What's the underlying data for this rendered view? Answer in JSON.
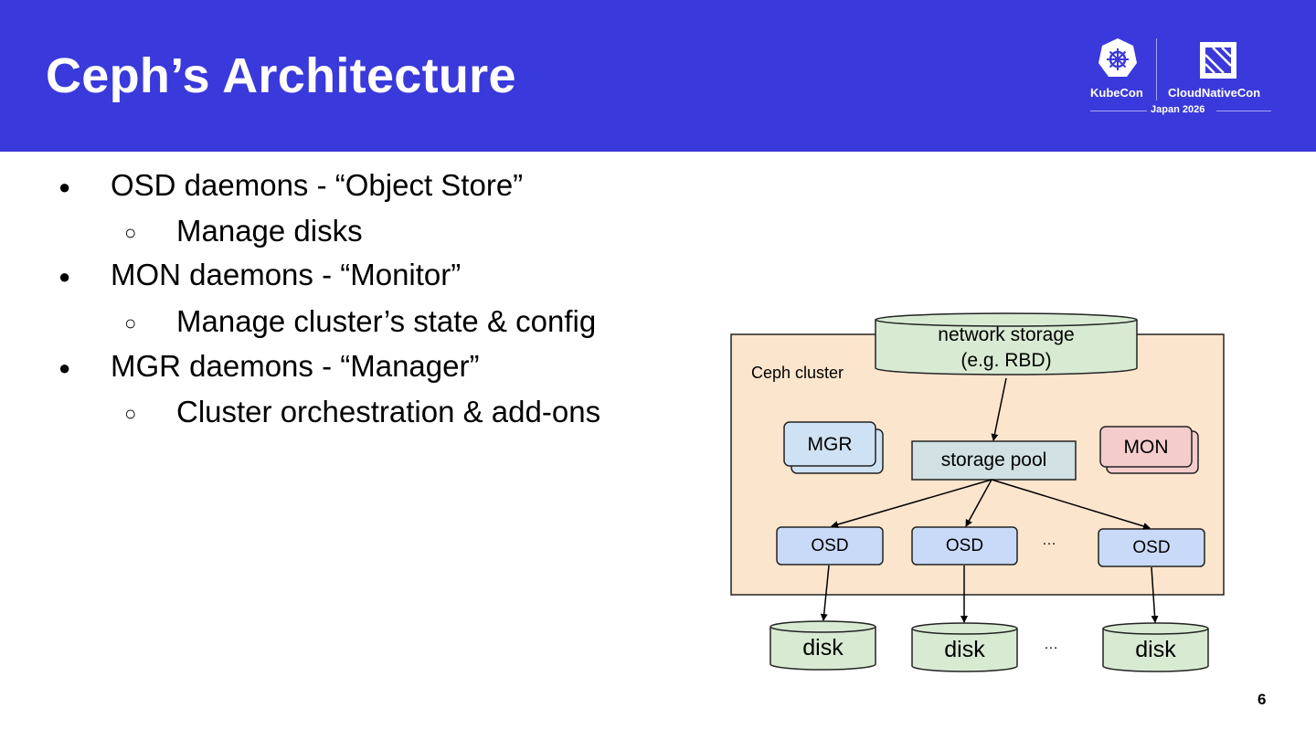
{
  "slide": {
    "title": "Ceph’s Architecture",
    "page_number": "6"
  },
  "logo": {
    "left_text": "KubeCon",
    "right_text": "CloudNativeCon",
    "event": "Japan 2026"
  },
  "bullets": [
    {
      "text": "OSD daemons - “Object Store”",
      "sub": "Manage disks"
    },
    {
      "text": "MON daemons - “Monitor”",
      "sub": "Manage cluster’s state & config"
    },
    {
      "text": "MGR daemons - “Manager”",
      "sub": "Cluster orchestration & add-ons"
    }
  ],
  "diagram": {
    "cluster_label": "Ceph cluster",
    "network_storage": [
      "network storage",
      "(e.g. RBD)"
    ],
    "storage_pool": "storage pool",
    "mgr": "MGR",
    "mon": "MON",
    "osds": [
      "OSD",
      "OSD",
      "OSD"
    ],
    "disks": [
      "disk",
      "disk",
      "disk"
    ],
    "ellipsis": "…",
    "colors": {
      "cluster_fill": "#fce5cd",
      "cylinder_fill": "#d9ead3",
      "mgr_fill": "#cfe2f3",
      "mon_fill": "#f4cccc",
      "osd_fill": "#c9daf8",
      "pool_fill": "#d0e0e3"
    }
  }
}
